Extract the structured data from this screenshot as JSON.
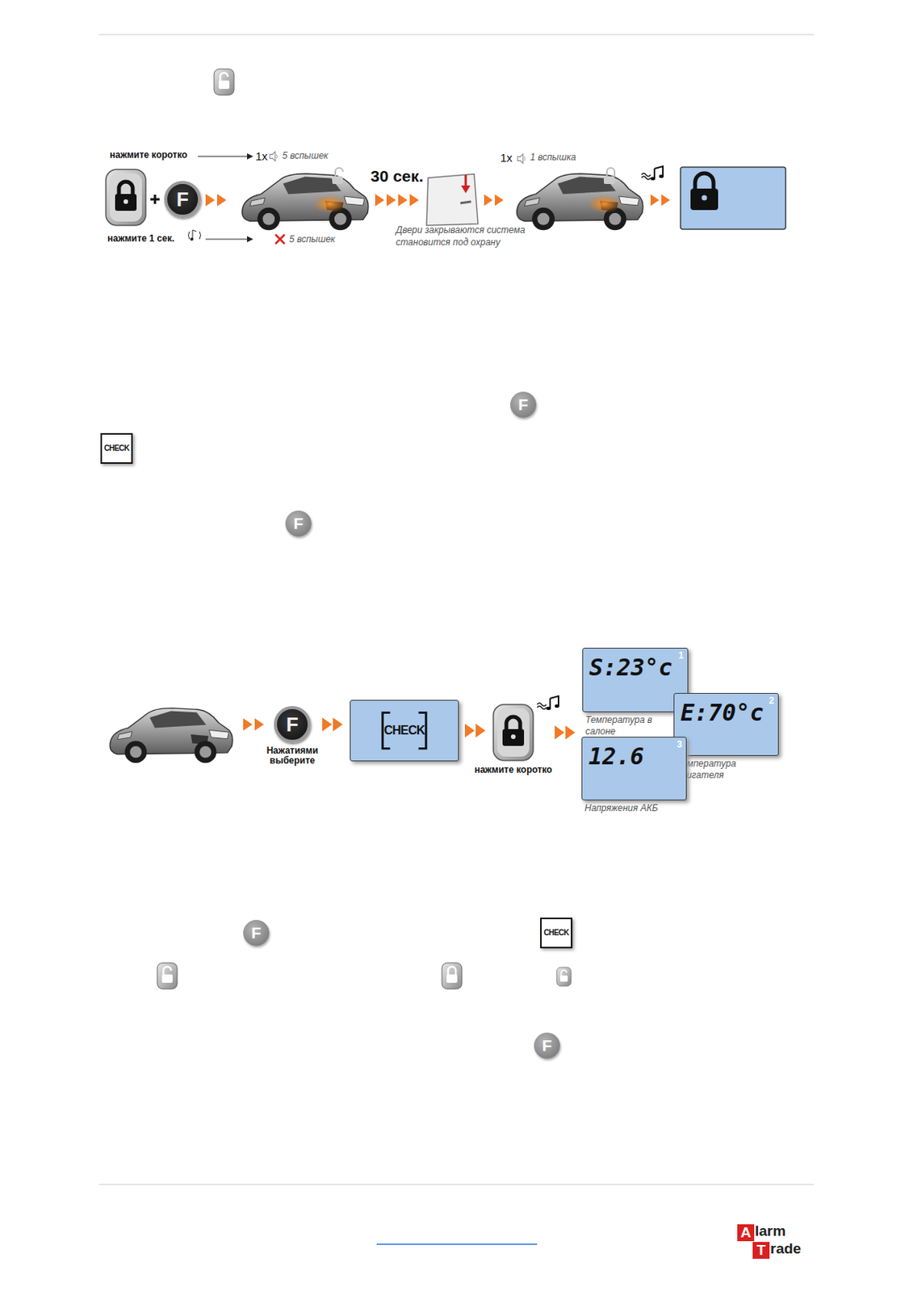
{
  "diagram": {
    "nodes": [
      {
        "text": [
          "F"
        ]
      },
      {
        "text": [
          "F",
          "Нажатиями выберите"
        ]
      },
      {
        "text": [
          "CHECK"
        ]
      },
      {
        "text": [
          "нажмите коротко"
        ]
      },
      {
        "text": [
          "S:23°c",
          "1",
          "Температура в салоне"
        ]
      },
      {
        "text": [
          "E:70°c",
          "2",
          "Температура двигателя"
        ]
      },
      {
        "text": [
          "12.6",
          "3",
          "Напряжения АКБ"
        ]
      }
    ],
    "edges": [
      {
        "from": 1,
        "to": 2,
        "arrow": "to"
      },
      {
        "from": 2,
        "to": 3,
        "arrow": "to"
      },
      {
        "from": 3,
        "to": 4,
        "arrow": "to"
      }
    ],
    "labels": [
      "нажмите коротко",
      "1x",
      "5 вспышек",
      "нажмите 1 сек.",
      "5 вспышек",
      "30 сек.",
      "Двери закрываются система становится под охрану",
      "1x",
      "1 вспышка",
      "F",
      "CHECK",
      "F",
      "F",
      "CHECK",
      "F",
      "A",
      "larm",
      "T",
      "rade"
    ]
  }
}
